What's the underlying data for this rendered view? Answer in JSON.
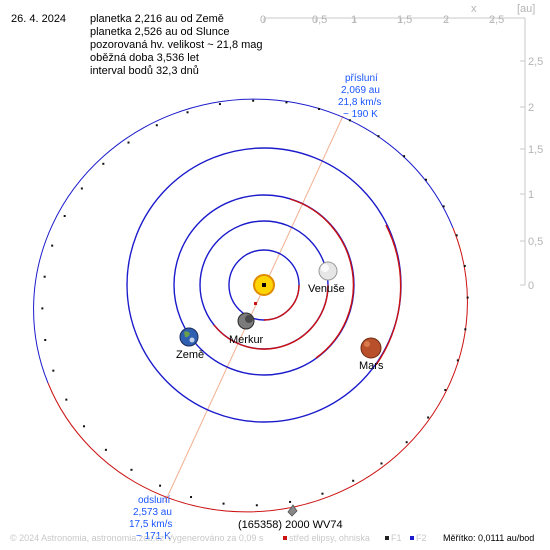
{
  "date": "26. 4. 2024",
  "info": {
    "line1": "planetka 2,216 au od Země",
    "line2": "planetka 2,526 au od Slunce",
    "line3": "pozorovaná hv. velikost ~ 21,8 mag",
    "line4": "oběžná doba 3,536 let",
    "line5": "interval bodů 32,3 dnů"
  },
  "axes": {
    "x_ticks": [
      "0",
      "0,5",
      "1",
      "1,5",
      "2",
      "2,5"
    ],
    "x_label": "x",
    "unit": "[au]",
    "y_ticks": [
      "2,5",
      "2",
      "1,5",
      "1",
      "0,5",
      "0"
    ]
  },
  "planets": {
    "mercury": "Merkur",
    "venus": "Venuše",
    "earth": "Země",
    "mars": "Mars"
  },
  "perihelion": {
    "title": "přísluní",
    "dist": "2,069 au",
    "speed": "21,8 km/s",
    "temp": "~ 190 K"
  },
  "aphelion": {
    "title": "odsluní",
    "dist": "2,573 au",
    "speed": "17,5 km/s",
    "temp": "~ 171 K"
  },
  "asteroid_name": "(165358) 2000 WV74",
  "footer": "© 2024 Astronomia, astronomia.zcu.cz   Vygenerováno za 0,09 s",
  "legend": {
    "center": "střed elipsy, ohniska",
    "f1": "F1",
    "f2": "F2"
  },
  "scale": "Měřítko: 0,0111 au/bod",
  "colors": {
    "orbit_blue": "#1b1bcc",
    "orbit_red": "#cc1111",
    "axis": "#c8c8c8",
    "apsis_line": "#f0b090",
    "node_label": "#1a56ff"
  }
}
